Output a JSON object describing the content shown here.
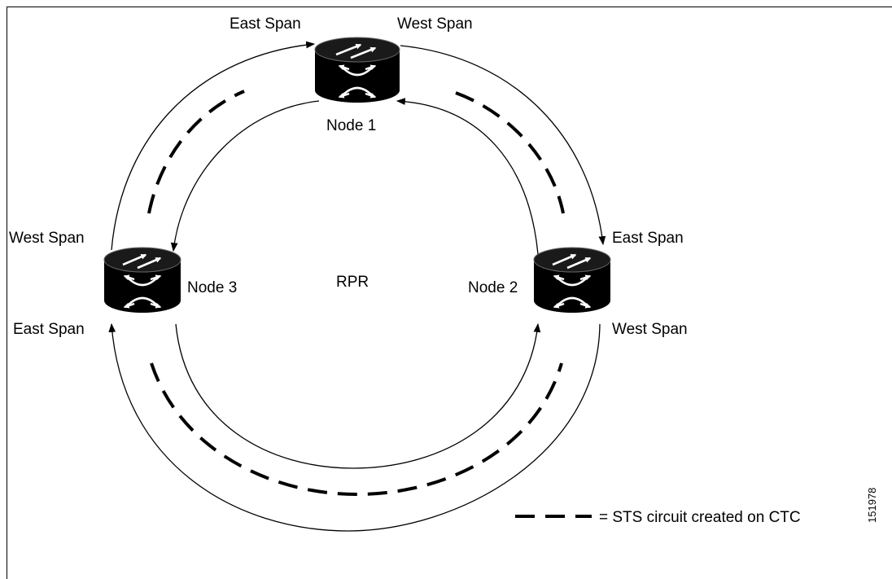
{
  "diagram": {
    "ring_label": "RPR",
    "nodes": [
      {
        "name": "Node 1",
        "span_left": "East Span",
        "span_right": "West Span"
      },
      {
        "name": "Node 2",
        "span_top": "East Span",
        "span_bottom": "West Span"
      },
      {
        "name": "Node 3",
        "span_top": "West Span",
        "span_bottom": "East Span"
      }
    ],
    "legend": {
      "text": "= STS circuit created on CTC"
    },
    "figure_id": "151978",
    "colors": {
      "line": "#000000",
      "node_fill": "#000000",
      "node_top": "#1a1a1a",
      "arrow_glyph": "#ffffff"
    }
  }
}
